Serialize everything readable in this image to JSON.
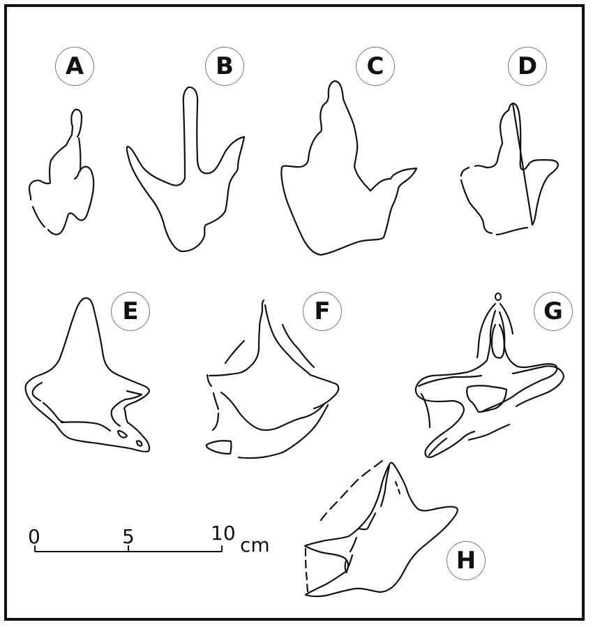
{
  "figure": {
    "type": "footprint tracings plate",
    "panels": [
      {
        "id": "A",
        "label": "A"
      },
      {
        "id": "B",
        "label": "B"
      },
      {
        "id": "C",
        "label": "C"
      },
      {
        "id": "D",
        "label": "D"
      },
      {
        "id": "E",
        "label": "E"
      },
      {
        "id": "F",
        "label": "F"
      },
      {
        "id": "G",
        "label": "G"
      },
      {
        "id": "H",
        "label": "H"
      }
    ],
    "scale_bar": {
      "ticks": [
        "0",
        "5",
        "10"
      ],
      "unit": "cm"
    }
  },
  "colors": {
    "line": "#111111",
    "frame": "#111111",
    "circle": "#777777",
    "background": "#ffffff"
  }
}
